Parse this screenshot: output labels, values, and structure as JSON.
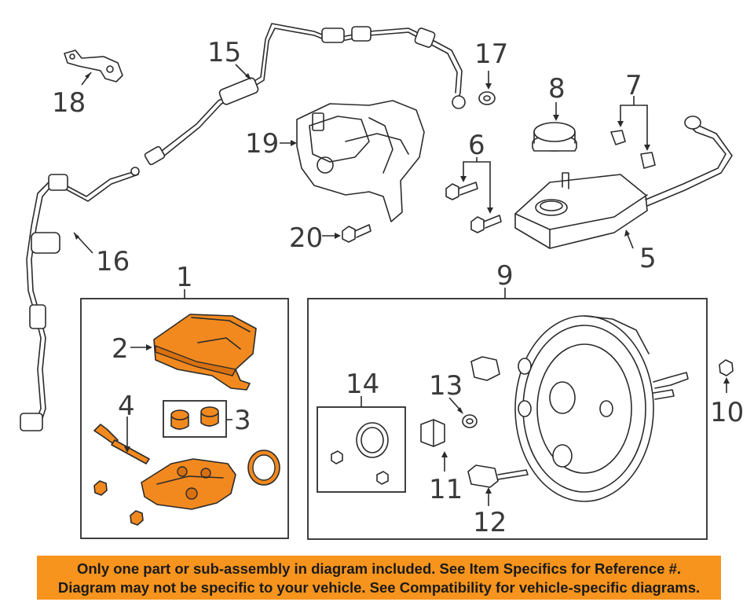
{
  "callouts": {
    "c1": "1",
    "c2": "2",
    "c3": "3",
    "c4": "4",
    "c5": "5",
    "c6": "6",
    "c7": "7",
    "c8": "8",
    "c9": "9",
    "c10": "10",
    "c11": "11",
    "c12": "12",
    "c13": "13",
    "c14": "14",
    "c15": "15",
    "c16": "16",
    "c17": "17",
    "c18": "18",
    "c19": "19",
    "c20": "20"
  },
  "colors": {
    "highlight": "#f2891f",
    "banner": "#f7941d",
    "line": "#2b2b2b"
  },
  "banner": {
    "line1": "Only one part or sub-assembly in diagram included. See Item Specifics for Reference #.",
    "line2": "Diagram may not be specific to your vehicle. See Compatibility for vehicle-specific diagrams."
  }
}
